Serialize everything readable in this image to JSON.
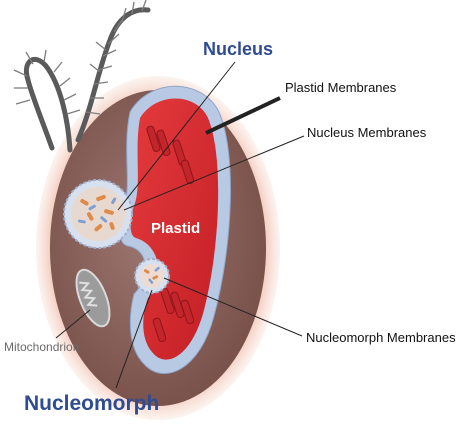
{
  "labels": {
    "nucleus": "Nucleus",
    "plastid_membranes": "Plastid Membranes",
    "nucleus_membranes": "Nucleus Membranes",
    "plastid": "Plastid",
    "mitochondrion": "Mitochondrion",
    "nucleomorph_membranes": "Nucleomorph Membranes",
    "nucleomorph": "Nucleomorph"
  },
  "colors": {
    "cell_halo": "#e9a38c",
    "cytoplasm": "#866058",
    "plastid_membrane": "#b8c9e3",
    "plastid_stroma": "#d82a2e",
    "label_blue": "#2f4c93",
    "flagella": "#5a5a5a"
  },
  "icons": {
    "flagellum": "flagellum-icon",
    "thylakoid": "thylakoid-stack-icon",
    "mitochondrion": "mitochondrion-icon",
    "nucleus": "nucleus-icon",
    "nucleomorph": "nucleomorph-icon"
  }
}
